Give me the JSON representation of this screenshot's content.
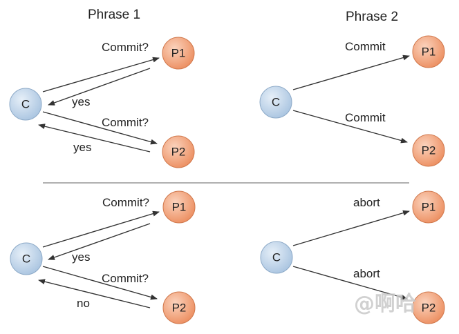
{
  "phase1_title": "Phrase 1",
  "phase2_title": "Phrase 2",
  "nodes": {
    "coordinator": "C",
    "participant1": "P1",
    "participant2": "P2"
  },
  "top_scenario": {
    "p1_request": "Commit?",
    "p1_reply": "yes",
    "p2_request": "Commit?",
    "p2_reply": "yes",
    "p1_decision": "Commit",
    "p2_decision": "Commit"
  },
  "bottom_scenario": {
    "p1_request": "Commit?",
    "p1_reply": "yes",
    "p2_request": "Commit?",
    "p2_reply": "no",
    "p1_decision": "abort",
    "p2_decision": "abort"
  },
  "watermark": "@啊哈",
  "colors": {
    "coordinator_fill": "#bcd3ea",
    "participant_fill": "#f0a27c",
    "divider": "#b0b0b0"
  }
}
